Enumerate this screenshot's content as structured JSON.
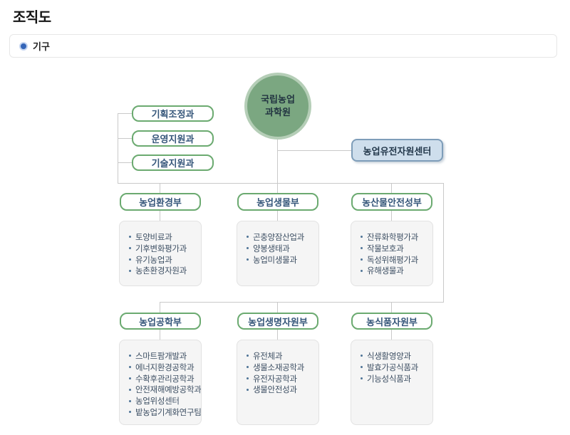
{
  "page": {
    "title": "조직도"
  },
  "tab": {
    "label": "기구"
  },
  "org": {
    "root": {
      "line1": "국립농업",
      "line2": "과학원"
    },
    "staff": [
      "기획조정과",
      "운영지원과",
      "기술지원과"
    ],
    "center_box": "농업유전자원센터",
    "row1": [
      {
        "name": "농업환경부",
        "divisions": [
          "토양비료과",
          "기후변화평가과",
          "유기농업과",
          "농촌환경자원과"
        ]
      },
      {
        "name": "농업생물부",
        "divisions": [
          "곤충양잠산업과",
          "양봉생태과",
          "농업미생물과"
        ]
      },
      {
        "name": "농산물안전성부",
        "divisions": [
          "잔류화학평가과",
          "작물보호과",
          "독성위해평가과",
          "유해생물과"
        ]
      }
    ],
    "row2": [
      {
        "name": "농업공학부",
        "divisions": [
          "스마트팜개발과",
          "에너지환경공학과",
          "수확후관리공학과",
          "안전재해예방공학과",
          "농업위성센터",
          "밭농업기계화연구팀"
        ]
      },
      {
        "name": "농업생명자원부",
        "divisions": [
          "유전체과",
          "생물소재공학과",
          "유전자공학과",
          "생물안전성과"
        ]
      },
      {
        "name": "농식품자원부",
        "divisions": [
          "식생활영양과",
          "발효가공식품과",
          "기능성식품과"
        ]
      }
    ]
  },
  "colors": {
    "node_border_green": "#6baa70",
    "node_text_navy": "#35567a",
    "root_fill": "#7ba781",
    "root_ring": "#b5ceb7",
    "center_fill": "#cedeec",
    "center_border": "#7e9db9",
    "list_fill": "#f5f5f5",
    "connector": "#c9c9c9",
    "tab_bullet": "#3465b8"
  }
}
